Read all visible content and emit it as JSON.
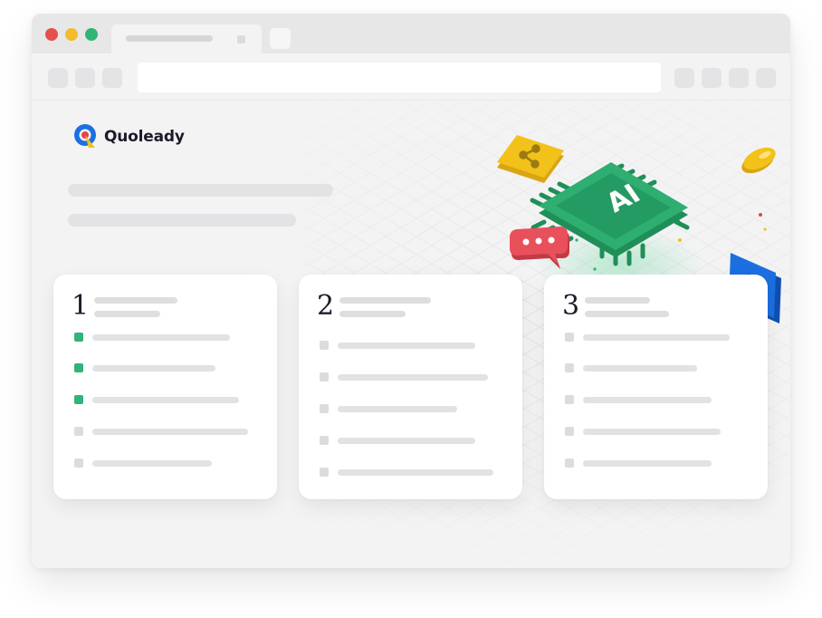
{
  "app": {
    "brand_name": "Quoleady"
  },
  "window_controls": {
    "close_color": "#e4504b",
    "minimize_color": "#f2bd2c",
    "maximize_color": "#2fb675"
  },
  "illustration": {
    "chip_label": "AI",
    "chip_color": "#2fae72",
    "icons": [
      "share-nodes-icon",
      "coin-icon",
      "chat-bubble-icon",
      "phone-icon"
    ]
  },
  "cards": [
    {
      "number": "1",
      "items": [
        {
          "checked": true
        },
        {
          "checked": true
        },
        {
          "checked": true
        },
        {
          "checked": false
        },
        {
          "checked": false
        }
      ]
    },
    {
      "number": "2",
      "items": [
        {
          "checked": false
        },
        {
          "checked": false
        },
        {
          "checked": false
        },
        {
          "checked": false
        },
        {
          "checked": false
        }
      ]
    },
    {
      "number": "3",
      "items": [
        {
          "checked": false
        },
        {
          "checked": false
        },
        {
          "checked": false
        },
        {
          "checked": false
        },
        {
          "checked": false
        }
      ]
    }
  ],
  "colors": {
    "accent_green": "#33b37a",
    "brand_blue": "#1b6fe0",
    "brand_yellow": "#f2c21b"
  }
}
